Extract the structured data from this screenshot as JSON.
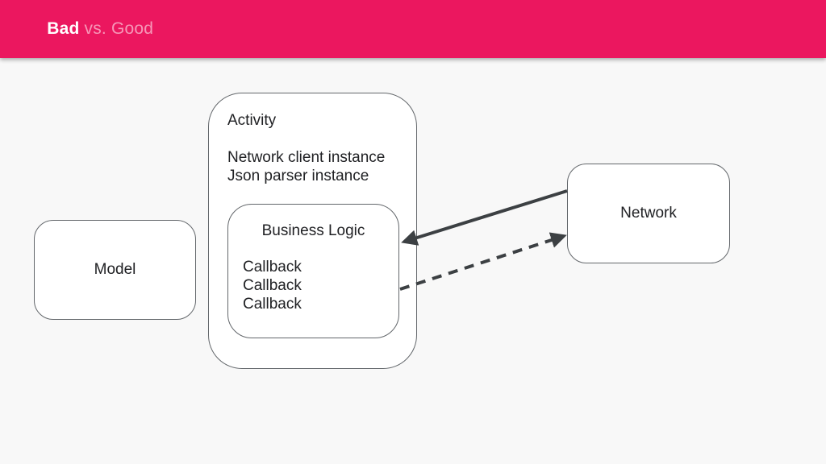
{
  "theme": {
    "header_bg": "#EB175F",
    "page_bg": "#F8F8F8",
    "box_bg": "#FFFFFF",
    "box_border": "#63676B",
    "arrow_color": "#3C4043",
    "text_color": "#202124",
    "title_bold_color": "#FFFFFF",
    "title_rest_color": "rgba(255,255,255,0.55)"
  },
  "header": {
    "title_bold": "Bad",
    "title_rest": " vs. Good"
  },
  "diagram": {
    "model": {
      "label": "Model"
    },
    "activity": {
      "label": "Activity",
      "lines": [
        "Network client instance",
        "Json parser instance"
      ]
    },
    "business_logic": {
      "label": "Business Logic",
      "items": [
        "Callback",
        "Callback",
        "Callback"
      ]
    },
    "network": {
      "label": "Network"
    },
    "arrows": [
      {
        "name": "network-to-business-logic",
        "style": "solid"
      },
      {
        "name": "business-logic-to-network",
        "style": "dashed"
      }
    ]
  }
}
